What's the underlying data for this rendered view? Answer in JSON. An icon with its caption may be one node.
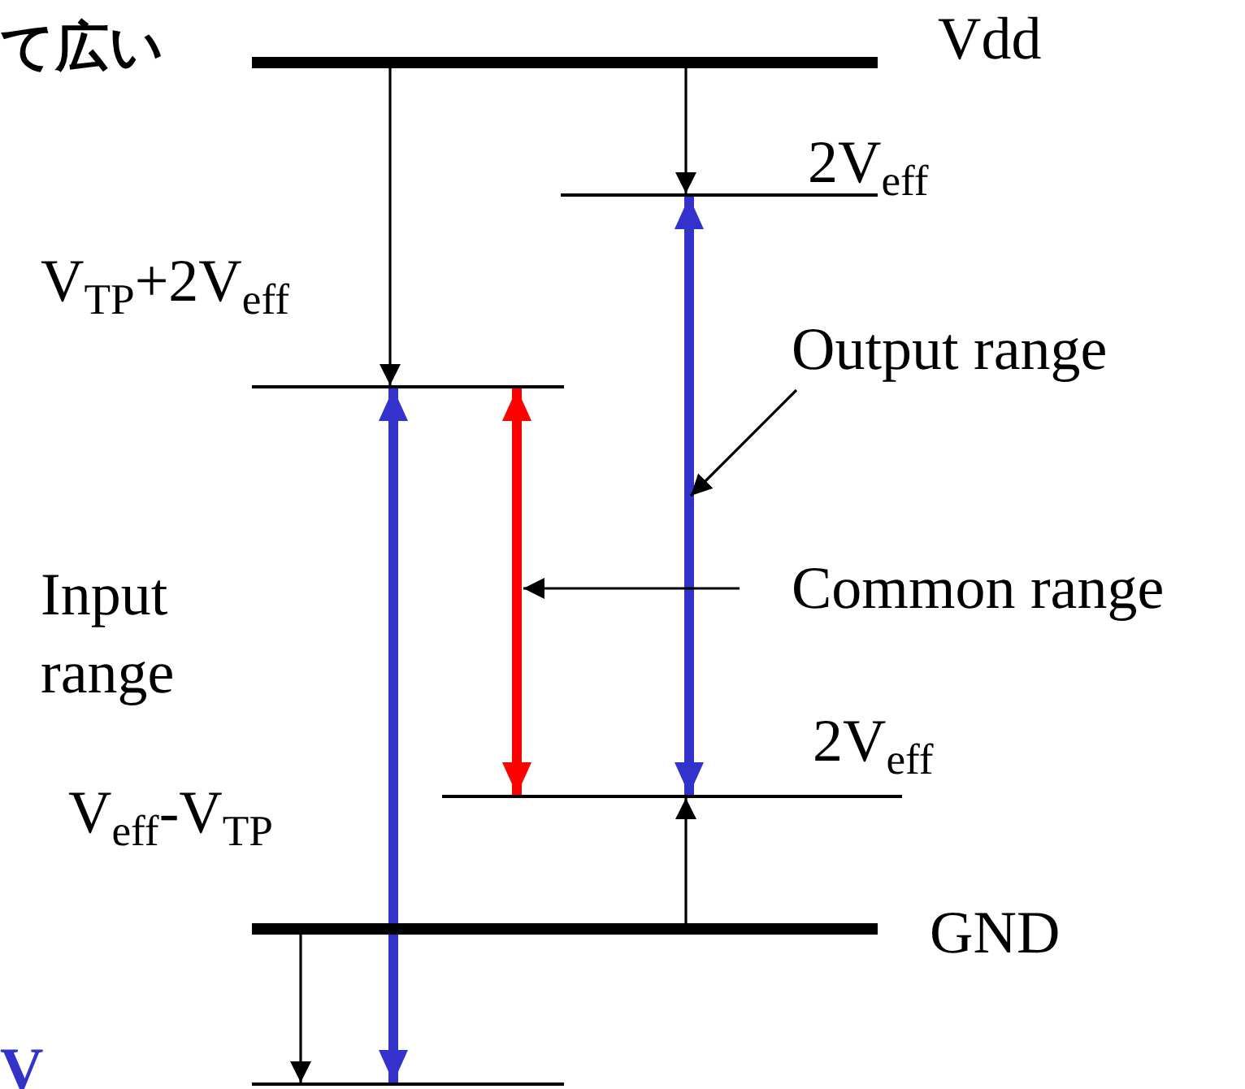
{
  "diagram": {
    "nodes": [
      {
        "text": [],
        "shape": "bar"
      },
      {
        "text": [],
        "shape": "bar"
      },
      {
        "text": [],
        "shape": "bar"
      },
      {
        "text": [],
        "shape": "bar"
      },
      {
        "text": [],
        "shape": "bar"
      },
      {
        "text": [],
        "shape": "bar"
      },
      {
        "text": [
          "Output range"
        ]
      },
      {
        "text": [
          "Common range"
        ]
      }
    ],
    "edges": [
      {
        "from": 0,
        "to": 2,
        "arrow": "to"
      },
      {
        "from": 0,
        "to": 1,
        "arrow": "to"
      },
      {
        "from": 2,
        "to": 5,
        "arrow": "both",
        "style": "thick",
        "color": "#3333cc"
      },
      {
        "from": 2,
        "to": 3,
        "arrow": "both",
        "style": "thick",
        "color": "#ff0000"
      },
      {
        "from": 1,
        "to": 3,
        "arrow": "both",
        "style": "thick",
        "color": "#3333cc"
      },
      {
        "from": 4,
        "to": 3,
        "arrow": "to"
      },
      {
        "from": 4,
        "to": 5,
        "arrow": "to"
      },
      {
        "from": 6,
        "to": null,
        "arrow": "to"
      },
      {
        "from": 7,
        "to": null,
        "arrow": "to"
      }
    ],
    "labels": [
      "て広い",
      "Vdd",
      "2V$_{eff}$",
      "V$_{TP}$+2V$_{eff}$",
      "Input range",
      "V$_{eff}$-V$_{TP}$",
      "2V$_{eff}$",
      "GND",
      "V"
    ]
  }
}
